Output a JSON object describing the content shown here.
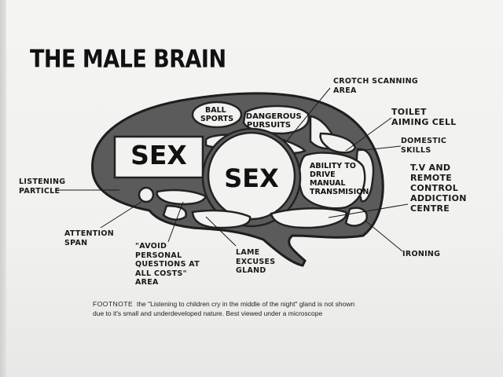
{
  "title": "THE MALE BRAIN",
  "regions": {
    "sex_large": "SEX",
    "sex_center": "SEX",
    "ball_sports": [
      "BALL",
      "SPORTS"
    ],
    "dangerous_pursuits": [
      "DANGEROUS",
      "PURSUITS"
    ],
    "ability_to_drive": [
      "ABILITY TO",
      "DRIVE",
      "MANUAL",
      "TRANSMISION"
    ]
  },
  "labels": {
    "crotch_scanning": [
      "CROTCH SCANNING",
      "AREA"
    ],
    "toilet_aiming": [
      "TOILET",
      "AIMING CELL"
    ],
    "domestic_skills": [
      "DOMESTIC",
      "SKILLS"
    ],
    "tv_remote": [
      "T.V AND",
      "REMOTE",
      "CONTROL",
      "ADDICTION",
      "CENTRE"
    ],
    "listening_particle": [
      "LISTENING",
      "PARTICLE"
    ],
    "attention_span": [
      "ATTENTION",
      "SPAN"
    ],
    "avoid_personal": [
      "\"AVOID",
      "PERSONAL",
      "QUESTIONS AT",
      "ALL COSTS\"",
      "AREA"
    ],
    "lame_excuses": [
      "LAME",
      "EXCUSES",
      "GLAND"
    ],
    "ironing": "IRONING"
  },
  "footnote": {
    "lead": "FOOTNOTE",
    "line1": "the \"Listening to children cry in the middle of the night\" gland is not shown",
    "line2": "due to it's small and underdeveloped nature.  Best viewed under a microscope"
  },
  "colors": {
    "brain_fill": "#5b5b5b",
    "region_fill": "#f2f2f0",
    "ink": "#111111"
  }
}
